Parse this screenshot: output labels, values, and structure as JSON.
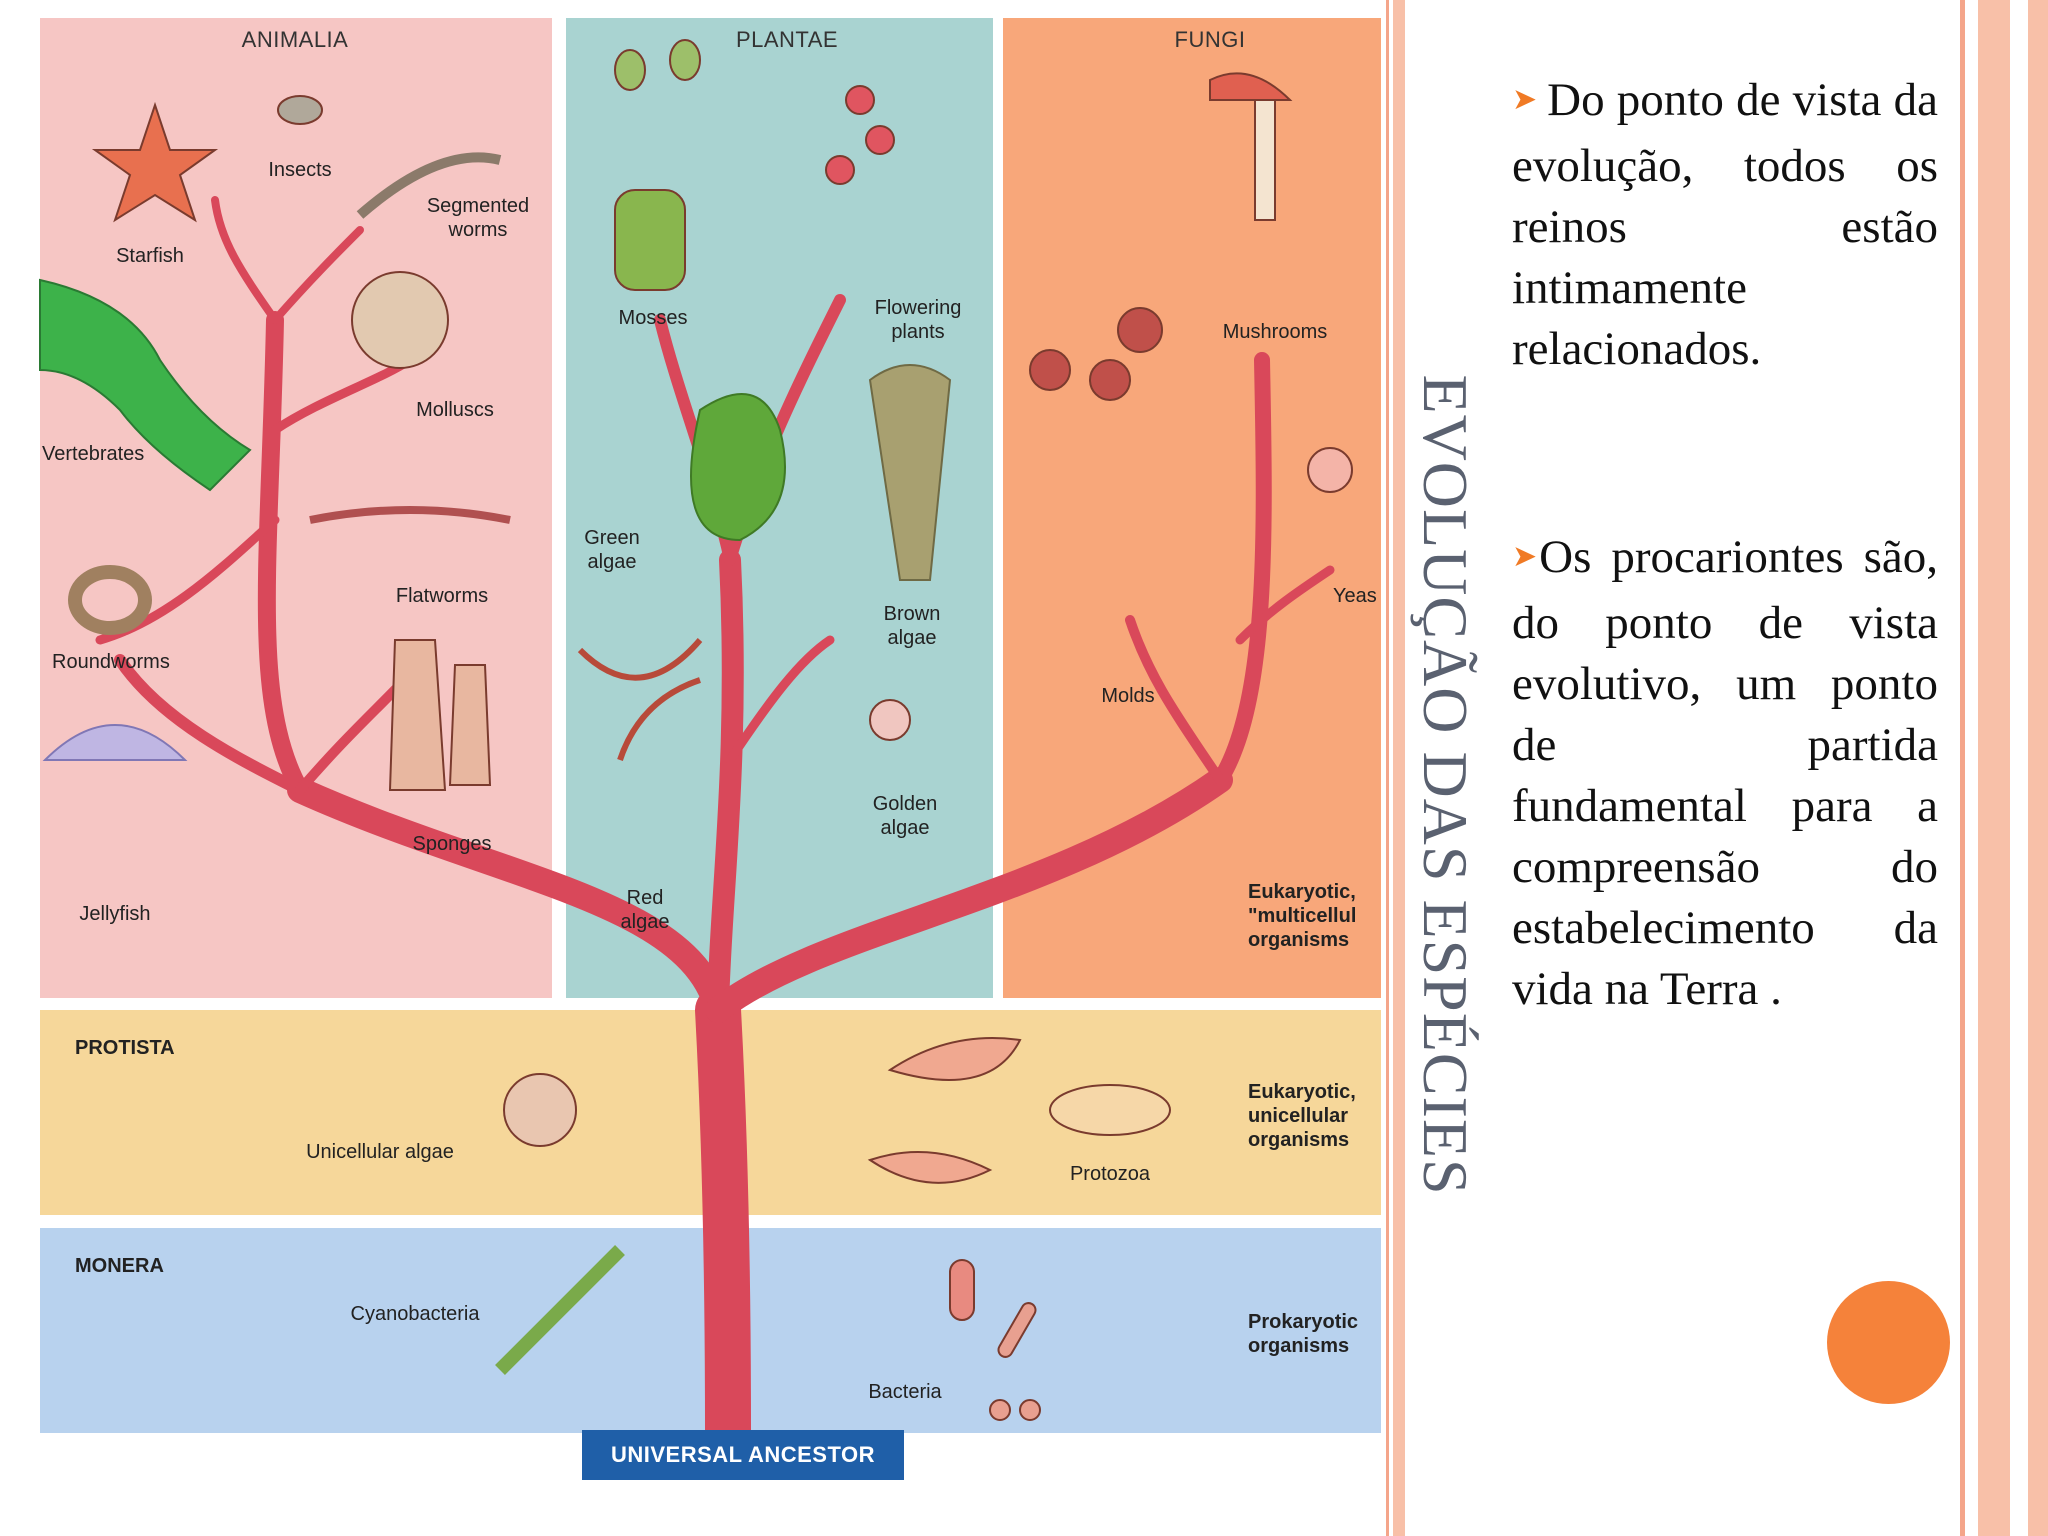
{
  "diagram": {
    "kingdoms": {
      "animalia": "ANIMALIA",
      "plantae": "PLANTAE",
      "fungi": "FUNGI",
      "protista": "PROTISTA",
      "monera": "MONERA"
    },
    "animalia_labels": [
      "Insects",
      "Starfish",
      "Segmented\nworms",
      "Molluscs",
      "Vertebrates",
      "Flatworms",
      "Roundworms",
      "Sponges",
      "Jellyfish"
    ],
    "plantae_labels": [
      "Mosses",
      "Flowering\nplants",
      "Green\nalgae",
      "Brown\nalgae",
      "Red\nalgae",
      "Golden\nalgae"
    ],
    "fungi_labels": [
      "Mushrooms",
      "Molds",
      "Yeas"
    ],
    "side_labels": {
      "multicellular": "Eukaryotic,\n\"multicellul\norganisms",
      "unicellular": "Eukaryotic,\nunicellular\norganisms",
      "prokaryotic": "Prokaryotic\norganisms"
    },
    "protista_labels": [
      "Unicellular algae",
      "Protozoa"
    ],
    "monera_labels": [
      "Cyanobacteria",
      "Bacteria"
    ],
    "ancestor": "UNIVERSAL ANCESTOR"
  },
  "slide": {
    "title": "EVOLUÇÃO DAS ESPÉCIES",
    "bullet_icon": "arrowhead-bullet-icon",
    "para1": "Do ponto de vista da evolução, todos os reinos estão intimamente relacionados.",
    "para2": "Os procariontes são, do ponto de vista evolutivo, um ponto de partida fundamental para a compreensão do estabelecimento da vida na Terra ."
  },
  "colors": {
    "animalia_bg": "#f6c6c4",
    "plantae_bg": "#a9d3d1",
    "fungi_bg": "#f8a77a",
    "protista_bg": "#f6d79a",
    "monera_bg": "#b8d2ee",
    "tree": "#d9485a",
    "ancestor_box": "#1f5fa8",
    "accent": "#f5823a",
    "title_gray": "#5a6170"
  }
}
